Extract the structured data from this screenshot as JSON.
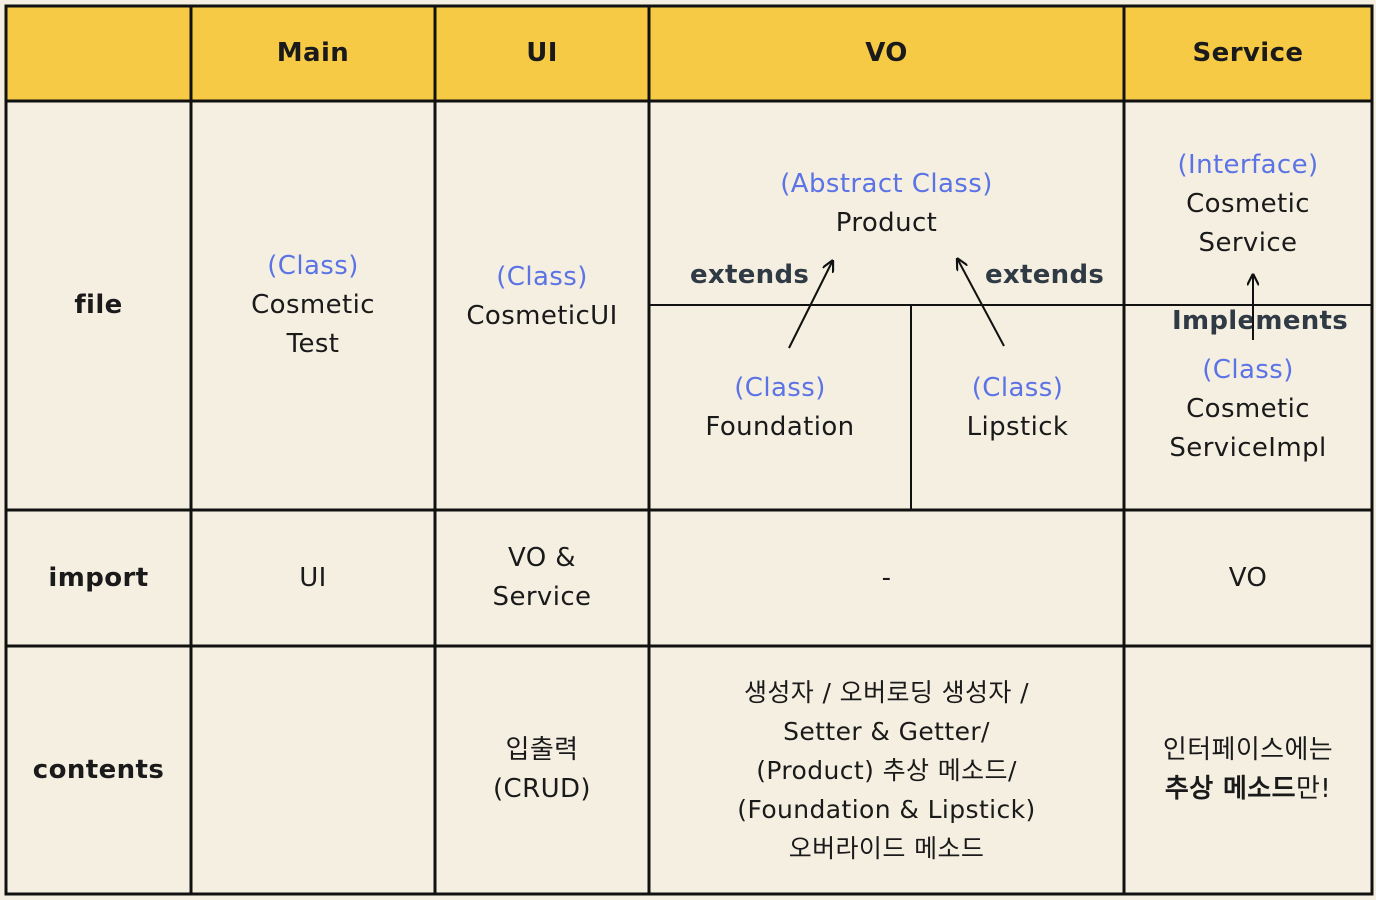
{
  "header": {
    "col_main": "Main",
    "col_ui": "UI",
    "col_vo": "VO",
    "col_service": "Service"
  },
  "rows": {
    "file": "file",
    "import": "import",
    "contents": "contents"
  },
  "file": {
    "main": {
      "type": "(Class)",
      "name_line1": "Cosmetic",
      "name_line2": "Test"
    },
    "ui": {
      "type": "(Class)",
      "name": "CosmeticUI"
    },
    "vo_product": {
      "type": "(Abstract Class)",
      "name": "Product"
    },
    "vo_foundation": {
      "type": "(Class)",
      "name": "Foundation"
    },
    "vo_lipstick": {
      "type": "(Class)",
      "name": "Lipstick"
    },
    "service_interface": {
      "type": "(Interface)",
      "name_line1": "Cosmetic",
      "name_line2": "Service"
    },
    "service_impl": {
      "type": "(Class)",
      "name_line1": "Cosmetic",
      "name_line2": "ServiceImpl"
    },
    "extends_left": "extends",
    "extends_right": "extends",
    "implements": "Implements"
  },
  "import": {
    "main": "UI",
    "ui_line1": "VO &",
    "ui_line2": "Service",
    "vo": "-",
    "service": "VO"
  },
  "contents": {
    "main": "",
    "ui_line1": "입출력",
    "ui_line2": "(CRUD)",
    "vo_line1": "생성자 / 오버로딩 생성자 /",
    "vo_line2": "Setter & Getter/",
    "vo_line3": "(Product) 추상 메소드/",
    "vo_line4": "(Foundation & Lipstick)",
    "vo_line5": "오버라이드 메소드",
    "service_line1": "인터페이스에는",
    "service_line2_bold": "추상 메소드",
    "service_line2_rest": "만!"
  },
  "colors": {
    "header_bg": "#f7ca45",
    "body_bg": "#f4efe1",
    "type_text": "#5c73e6",
    "relation_text": "#2f3a45",
    "grid_line": "#111111"
  }
}
